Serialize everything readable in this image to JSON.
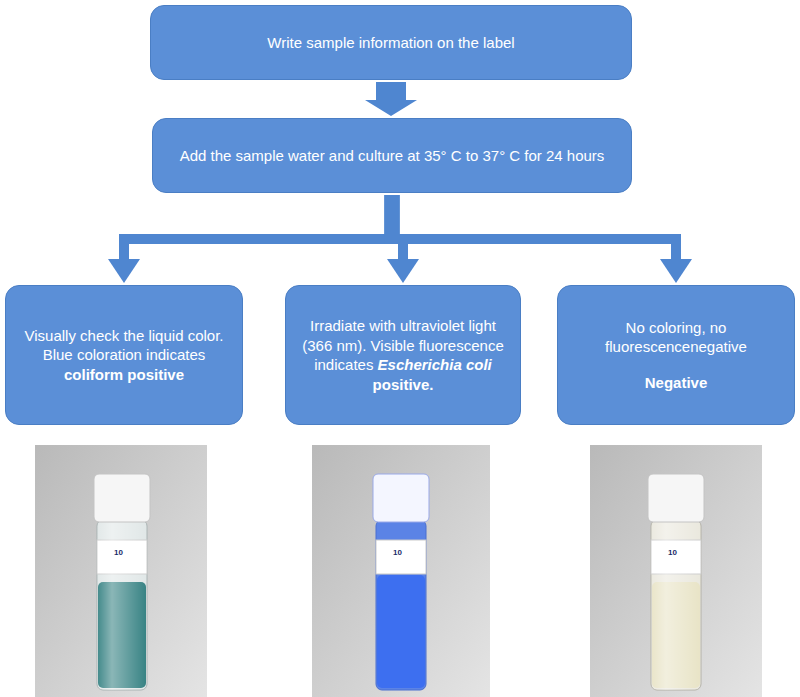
{
  "diagram": {
    "nodes": [
      {
        "text": [
          "Write sample information on the label"
        ]
      },
      {
        "text": [
          "Add the sample water and culture at 35° C to 37° C for 24 hours"
        ]
      },
      {
        "text": [
          "Visually check the liquid color. Blue coloration indicates",
          "coliform positive"
        ]
      },
      {
        "text": [
          "Irradiate with ultraviolet light (366 nm). Visible fluorescence indicates",
          "Escherichia coli",
          "positive."
        ]
      },
      {
        "text": [
          "No coloring, no fluorescencenegative",
          "Negative"
        ]
      }
    ],
    "edges": [
      {
        "from": 0,
        "to": 1,
        "arrow": "to"
      },
      {
        "from": 1,
        "to": 2,
        "arrow": "to"
      },
      {
        "from": 1,
        "to": 3,
        "arrow": "to"
      },
      {
        "from": 1,
        "to": 4,
        "arrow": "to"
      }
    ],
    "labels": [
      "10",
      "10",
      "10"
    ]
  }
}
